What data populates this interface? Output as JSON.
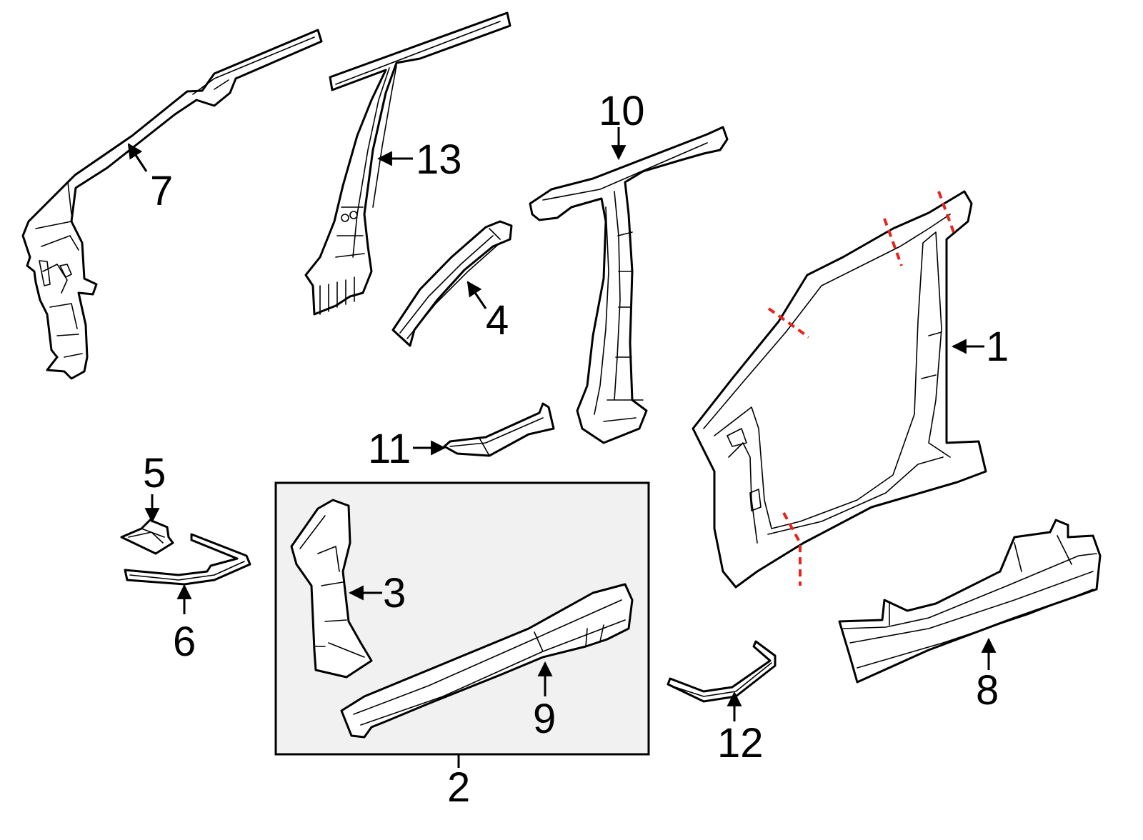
{
  "diagram": {
    "callouts": [
      {
        "id": "c1",
        "label": "1"
      },
      {
        "id": "c2",
        "label": "2"
      },
      {
        "id": "c3",
        "label": "3"
      },
      {
        "id": "c4",
        "label": "4"
      },
      {
        "id": "c5",
        "label": "5"
      },
      {
        "id": "c6",
        "label": "6"
      },
      {
        "id": "c7",
        "label": "7"
      },
      {
        "id": "c8",
        "label": "8"
      },
      {
        "id": "c9",
        "label": "9"
      },
      {
        "id": "c10",
        "label": "10"
      },
      {
        "id": "c11",
        "label": "11"
      },
      {
        "id": "c12",
        "label": "12"
      },
      {
        "id": "c13",
        "label": "13"
      }
    ],
    "colors": {
      "line": "#000000",
      "background": "#ffffff",
      "inset_fill": "#f1f1f1",
      "cut_line": "#e8231c"
    }
  }
}
